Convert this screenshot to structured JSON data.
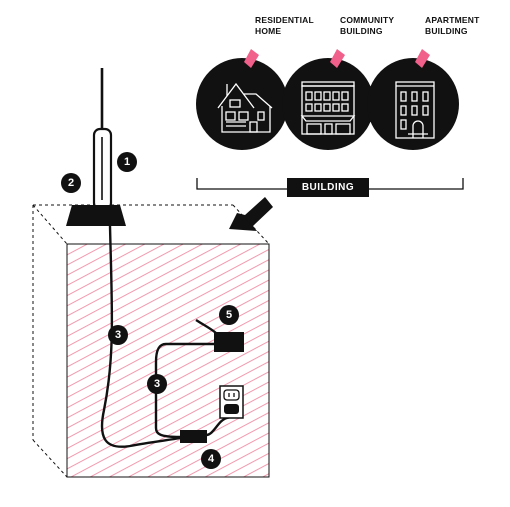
{
  "buildings": [
    {
      "line1": "RESIDENTIAL",
      "line2": "HOME",
      "icon": "house-icon"
    },
    {
      "line1": "COMMUNITY",
      "line2": "BUILDING",
      "icon": "storefront-building-icon"
    },
    {
      "line1": "APARTMENT",
      "line2": "BUILDING",
      "icon": "apartment-building-icon"
    }
  ],
  "building_tag": "BUILDING",
  "callouts": [
    "1",
    "2",
    "3",
    "3",
    "4",
    "5"
  ],
  "colors": {
    "accent": "#f0608a",
    "ink": "#111111",
    "hatch": "#f29aae"
  }
}
